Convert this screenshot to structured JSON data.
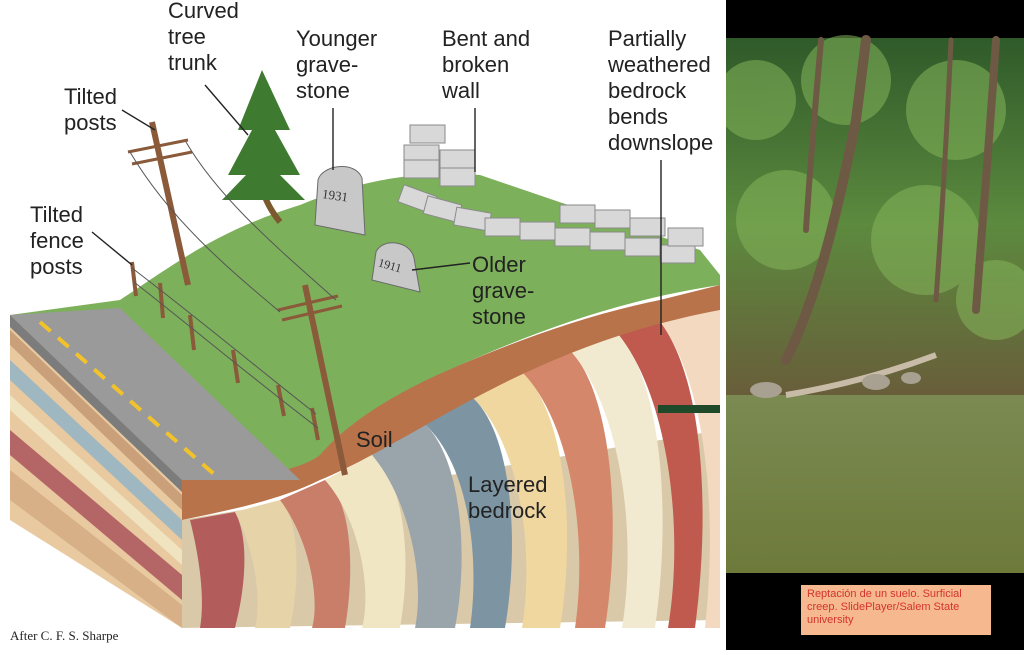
{
  "diagram": {
    "labels": {
      "curved_tree_trunk": [
        "Curved",
        "tree",
        "trunk"
      ],
      "younger_gravestone": [
        "Younger",
        "grave-",
        "stone"
      ],
      "bent_broken_wall": [
        "Bent and",
        "broken",
        "wall"
      ],
      "weathered_bedrock": [
        "Partially",
        "weathered",
        "bedrock",
        "bends",
        "downslope"
      ],
      "tilted_posts": [
        "Tilted",
        "posts"
      ],
      "tilted_fence_posts": [
        "Tilted",
        "fence",
        "posts"
      ],
      "older_gravestone": [
        "Older",
        "grave-",
        "stone"
      ],
      "soil": "Soil",
      "layered_bedrock": [
        "Layered",
        "bedrock"
      ]
    },
    "gravestone_years": {
      "younger": "1931",
      "older": "1911"
    },
    "credit": "After C. F. S. Sharpe"
  },
  "photo": {
    "caption": "Reptación de un suelo. Surficial creep. SlidePlayer/Salem State university"
  },
  "colors": {
    "grass": "#7db05a",
    "soil": "#b8734a",
    "road": "#9a9a9a",
    "road_line": "#f2c22a",
    "caption_bg": "#f6b88e",
    "caption_text": "#d4342c"
  }
}
